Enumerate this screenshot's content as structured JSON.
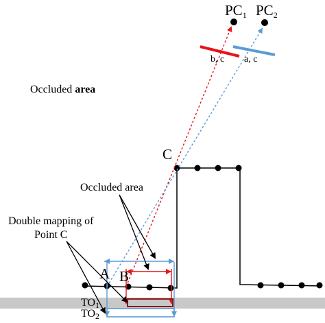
{
  "labels": {
    "pc1": "PC",
    "pc1_sub": "1",
    "pc2": "PC",
    "pc2_sub": "2",
    "bc": "b, c",
    "ac": "a, c",
    "occluded_title_prefix": "Occluded ",
    "occluded_title_bold": "area",
    "point_c": "C",
    "occluded_area": "Occluded area",
    "double_mapping_line1": "Double mapping of",
    "double_mapping_line2": "Point C",
    "point_a": "A",
    "point_b": "B",
    "to1": "TO",
    "to1_sub": "1",
    "to2": "TO",
    "to2_sub": "2"
  },
  "colors": {
    "red": "#e8141b",
    "blue": "#5b9bd5",
    "dark_red": "#8b1a1a",
    "ground": "#c8c8c8",
    "black": "#000000"
  }
}
